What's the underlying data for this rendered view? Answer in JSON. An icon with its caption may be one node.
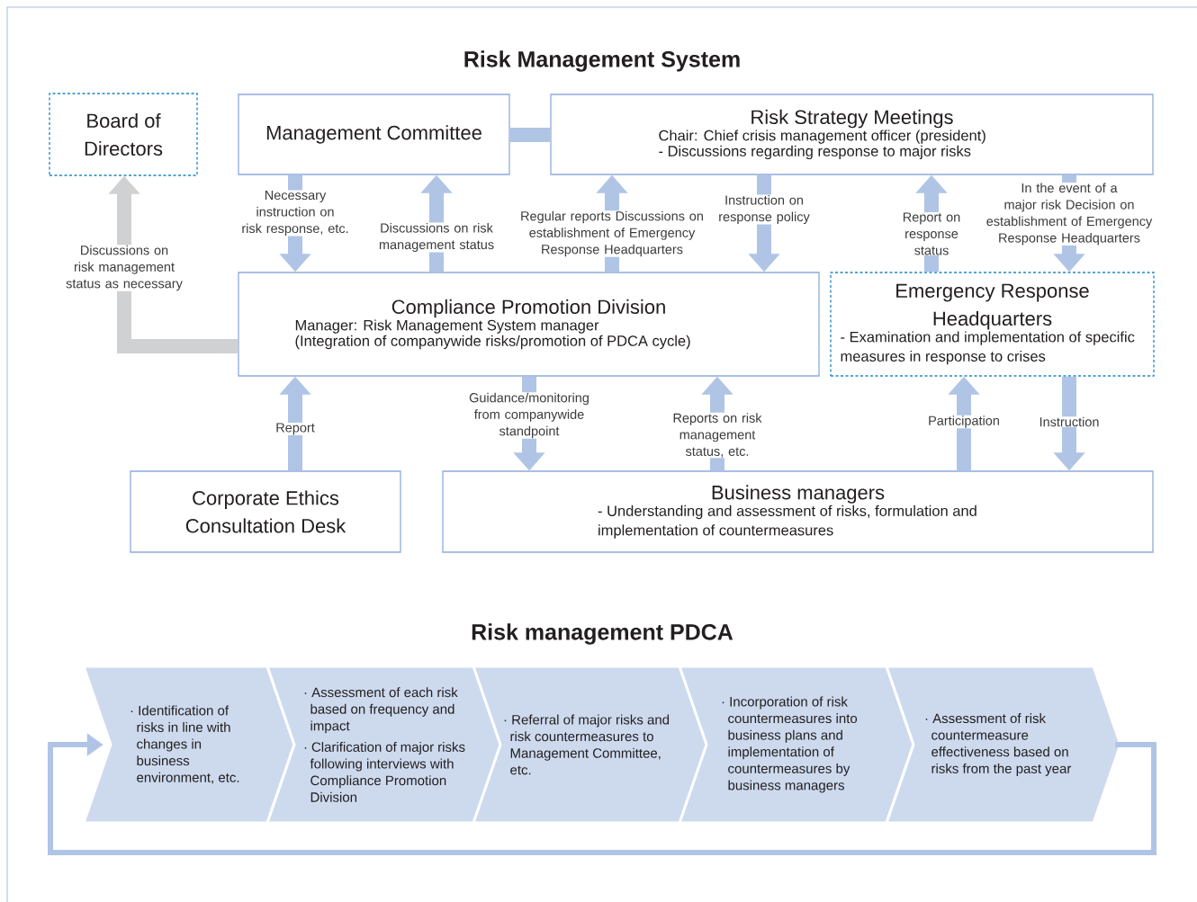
{
  "diagram": {
    "title": "Risk Management System",
    "nodes": [
      {
        "text": [
          "Board of Directors"
        ]
      },
      {
        "text": [
          "Management Committee"
        ]
      },
      {
        "text": [
          "Risk Strategy Meetings",
          "Chair: Chief crisis management officer (president)",
          "- Discussions regarding response to major risks"
        ]
      },
      {
        "text": [
          "Compliance Promotion Division",
          "Manager: Risk Management System manager",
          "(Integration of companywide risks/promotion of PDCA cycle)"
        ]
      },
      {
        "text": [
          "Emergency Response Headquarters",
          "- Examination and implementation of specific measures in response to crises"
        ]
      },
      {
        "text": [
          "Corporate Ethics Consultation Desk"
        ]
      },
      {
        "text": [
          "Business managers",
          "- Understanding and assessment of risks, formulation and implementation of countermeasures"
        ]
      },
      {
        "text": [
          "· Identification of risks in line with changes in business environment, etc."
        ]
      },
      {
        "text": [
          "· Assessment of each risk based on frequency and impact",
          "· Clarification of major risks following interviews with Compliance Promotion Division"
        ]
      },
      {
        "text": [
          "· Referral of major risks and risk countermeasures to Management Committee, etc."
        ]
      },
      {
        "text": [
          "· Incorporation of risk countermeasures into business plans and implementation of countermeasures by business managers"
        ]
      },
      {
        "text": [
          "· Assessment of risk countermeasure effectiveness based on risks from the past year"
        ]
      }
    ],
    "edges": [
      {
        "from": 3,
        "to": 0,
        "arrow": "to",
        "label": "Discussions on risk management status as necessary",
        "color": "#d0d1d3"
      },
      {
        "from": 1,
        "to": 3,
        "arrow": "to",
        "label": "Necessary instruction on risk response, etc."
      },
      {
        "from": 3,
        "to": 1,
        "arrow": "to",
        "label": "Discussions on risk management status"
      },
      {
        "from": 1,
        "to": 2,
        "arrow": "none"
      },
      {
        "from": 3,
        "to": 2,
        "arrow": "to",
        "label": "Regular reports Discussions on establishment of Emergency Response Headquarters"
      },
      {
        "from": 2,
        "to": 3,
        "arrow": "to",
        "label": "Instruction on response policy"
      },
      {
        "from": 4,
        "to": 2,
        "arrow": "to",
        "label": "Report on response status"
      },
      {
        "from": 2,
        "to": 4,
        "arrow": "to",
        "label": "In the event of a major risk Decision on establishment of Emergency Response Headquarters"
      },
      {
        "from": 5,
        "to": 3,
        "arrow": "to",
        "label": "Report"
      },
      {
        "from": 3,
        "to": 6,
        "arrow": "to",
        "label": "Guidance/monitoring from companywide standpoint"
      },
      {
        "from": 6,
        "to": 3,
        "arrow": "to",
        "label": "Reports on risk management status, etc."
      },
      {
        "from": 6,
        "to": 4,
        "arrow": "to",
        "label": "Participation"
      },
      {
        "from": 4,
        "to": 6,
        "arrow": "to",
        "label": "Instruction"
      },
      {
        "from": 11,
        "to": 7,
        "arrow": "to"
      }
    ],
    "labels": [
      "Risk management PDCA"
    ]
  }
}
